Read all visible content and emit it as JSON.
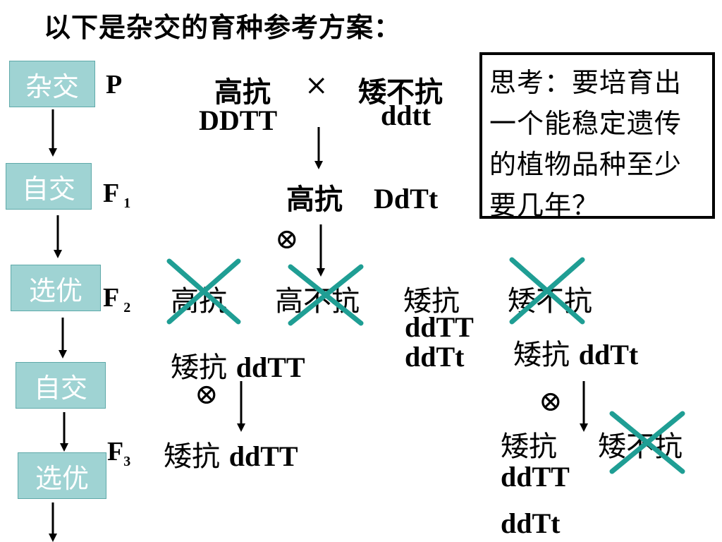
{
  "title": "以下是杂交的育种参考方案：",
  "steps": [
    "杂交",
    "自交",
    "选优",
    "自交",
    "选优"
  ],
  "generations": {
    "p": "P",
    "f1": "F",
    "f1_sub": "1",
    "f2": "F",
    "f2_sub": "2",
    "f3": "F",
    "f3_sub": "3"
  },
  "p_row": {
    "parent1_pheno": "高抗",
    "cross": "×",
    "parent2_pheno": "矮不抗",
    "parent1_geno": "DDTT",
    "parent2_geno": "ddtt"
  },
  "f1_row": {
    "pheno": "高抗",
    "geno": "DdTt"
  },
  "selfing_symbol": "⊗",
  "f2_row": {
    "pheno1": "高抗",
    "pheno2": "高不抗",
    "pheno3": "矮抗",
    "pheno4": "矮不抗",
    "pheno3_geno1": "ddTT",
    "pheno3_geno2": "ddTt",
    "select_left_pheno": "矮抗",
    "select_left_geno": "ddTT",
    "select_right_pheno": "矮抗",
    "select_right_geno": "ddTt"
  },
  "f3_row": {
    "left_pheno": "矮抗",
    "left_geno": "ddTT",
    "right_pheno1": "矮抗",
    "right_pheno2": "矮不抗",
    "right_geno1": "ddTT",
    "right_geno2": "ddTt"
  },
  "note": "思考：要培育出一个能稳定遗传的植物品种至少要几年？",
  "colors": {
    "step_box": "#9fd3d3",
    "cross_mark": "#1f9e94",
    "text": "#000000"
  }
}
